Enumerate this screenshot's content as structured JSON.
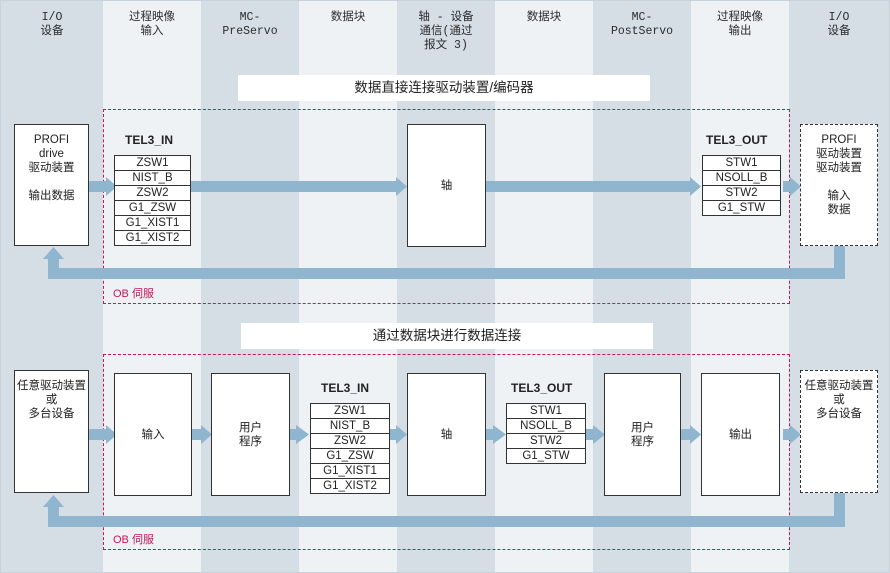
{
  "columns": [
    {
      "label": "I/O\n设备"
    },
    {
      "label": "过程映像\n输入"
    },
    {
      "label": "MC-\nPreServo"
    },
    {
      "label": "数据块"
    },
    {
      "label": "轴 - 设备\n通信(通过\n报文 3)"
    },
    {
      "label": "数据块"
    },
    {
      "label": "MC-\nPostServo"
    },
    {
      "label": "过程映像\n输出"
    },
    {
      "label": "I/O\n设备"
    }
  ],
  "section1": {
    "banner": "数据直接连接驱动装置/编码器",
    "ob_label": "OB 伺服",
    "left_device": "PROFI\ndrive\n驱动装置\n\n输出数据",
    "in_title": "TEL3_IN",
    "in_fields": [
      "ZSW1",
      "NIST_B",
      "ZSW2",
      "G1_ZSW",
      "G1_XIST1",
      "G1_XIST2"
    ],
    "axis": "轴",
    "out_title": "TEL3_OUT",
    "out_fields": [
      "STW1",
      "NSOLL_B",
      "STW2",
      "G1_STW"
    ],
    "right_device": "PROFI\n驱动装置\n驱动装置\n\n输入\n数据"
  },
  "section2": {
    "banner": "通过数据块进行数据连接",
    "ob_label": "OB 伺服",
    "left_device": "任意驱动装置\n或\n多台设备",
    "input": "输入",
    "user_program_left": "用户\n程序",
    "in_title": "TEL3_IN",
    "in_fields": [
      "ZSW1",
      "NIST_B",
      "ZSW2",
      "G1_ZSW",
      "G1_XIST1",
      "G1_XIST2"
    ],
    "axis": "轴",
    "out_title": "TEL3_OUT",
    "out_fields": [
      "STW1",
      "NSOLL_B",
      "STW2",
      "G1_STW"
    ],
    "user_program_right": "用户\n程序",
    "output": "输出",
    "right_device": "任意驱动装置\n或\n多台设备"
  },
  "colors": {
    "arrow": "#8fb5cf",
    "ob_border": "#c2185b",
    "col_dark": "#d5dde5",
    "col_light": "#eef2f5"
  }
}
